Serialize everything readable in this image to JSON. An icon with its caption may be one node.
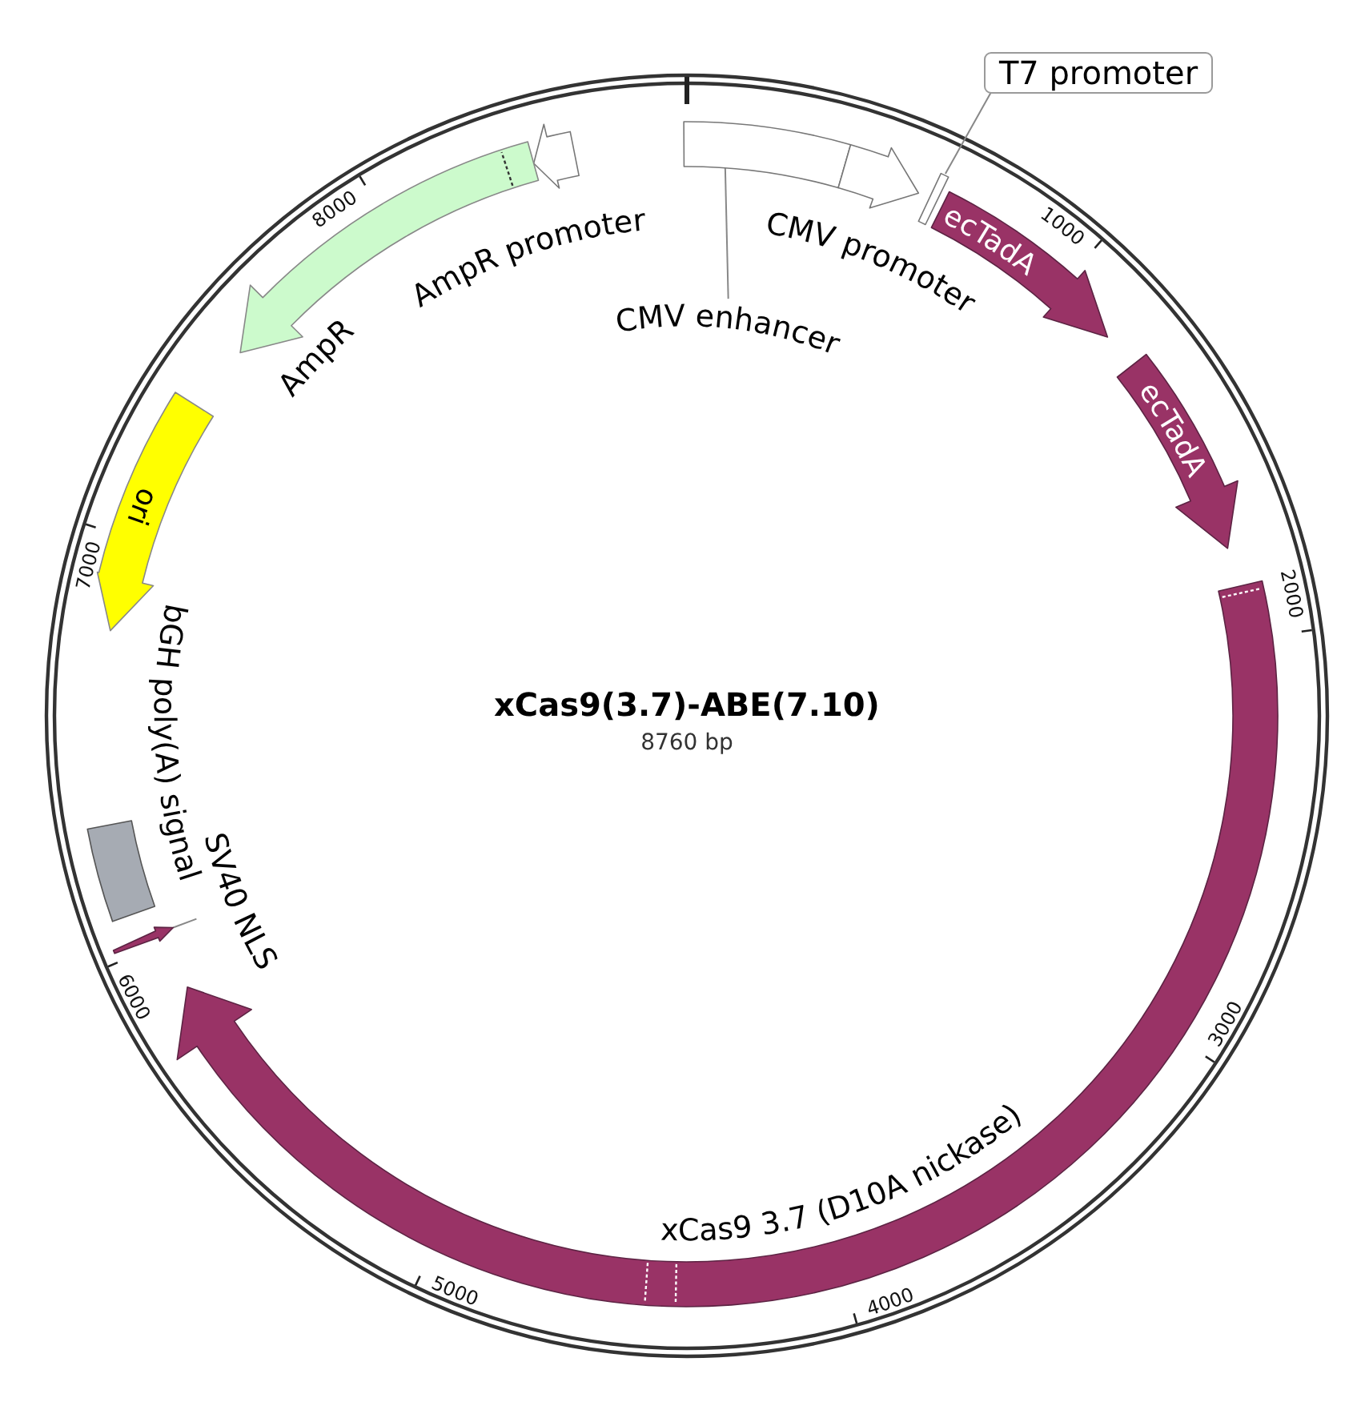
{
  "diagram": {
    "title": "xCas9(3.7)-ABE(7.10)",
    "nodes": [
      {
        "text": [
          "AmpR promoter"
        ]
      },
      {
        "text": [
          "AmpR"
        ]
      },
      {
        "text": [
          "CMV enhancer"
        ]
      },
      {
        "text": [],
        "shape": "bar"
      },
      {
        "text": [
          "CMV promoter"
        ]
      },
      {
        "text": [
          "T7 promoter"
        ]
      },
      {
        "text": [],
        "shape": "bar"
      },
      {
        "text": [
          "ecTadA"
        ]
      },
      {
        "text": [
          "ecTadA"
        ]
      },
      {
        "text": [
          "xCas9 3.7 (D10A nickase)"
        ]
      },
      {
        "text": [
          "SV40 NLS"
        ]
      },
      {
        "text": [],
        "shape": "arrow"
      },
      {
        "text": [
          "bGH poly(A) signal"
        ]
      },
      {
        "text": [
          "ori"
        ]
      }
    ],
    "edges": [
      {
        "from": 5,
        "to": 6,
        "arrow": "none"
      },
      {
        "from": 2,
        "to": 3,
        "arrow": "none"
      },
      {
        "from": 10,
        "to": 11,
        "arrow": "none"
      }
    ],
    "labels": [
      "8760 bp",
      "1000",
      "2000",
      "3000",
      "4000",
      "5000",
      "6000",
      "7000",
      "8000"
    ]
  }
}
